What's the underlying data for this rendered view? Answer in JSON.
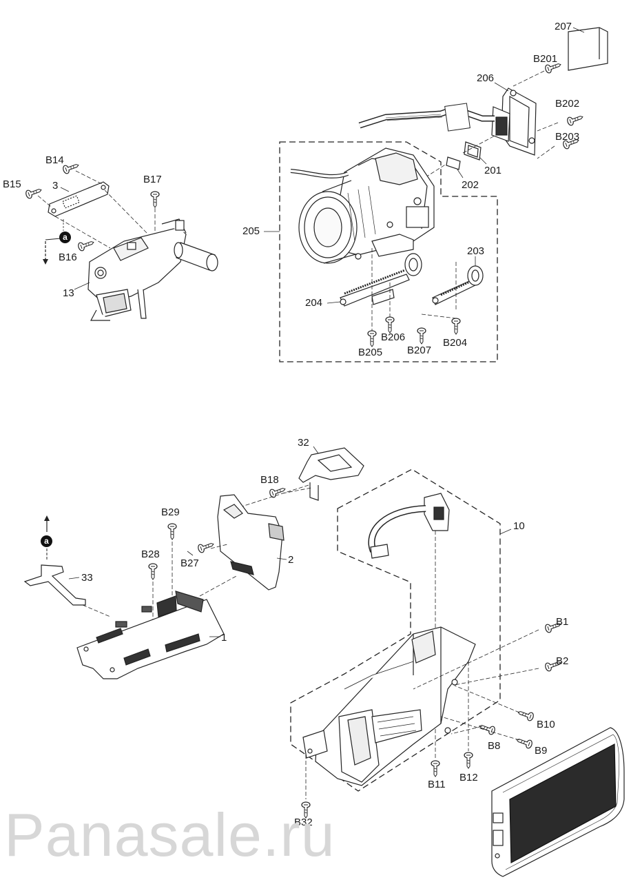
{
  "watermark": "Panasale.ru",
  "marker": "a",
  "labels": {
    "l207": "207",
    "lB201": "B201",
    "l206": "206",
    "lB202": "B202",
    "lB203": "B203",
    "l201": "201",
    "l202": "202",
    "l205": "205",
    "l203": "203",
    "l204": "204",
    "lB206": "B206",
    "lB204": "B204",
    "lB205": "B205",
    "lB207": "B207",
    "lB14": "B14",
    "l3": "3",
    "lB15": "B15",
    "lB17": "B17",
    "lB16": "B16",
    "l13": "13",
    "l32": "32",
    "lB18": "B18",
    "lB29": "B29",
    "l10": "10",
    "lB28": "B28",
    "lB27": "B27",
    "l2": "2",
    "l33": "33",
    "l1": "1",
    "lB1": "B1",
    "lB2": "B2",
    "lB10": "B10",
    "lB8": "B8",
    "lB9": "B9",
    "lB11": "B11",
    "lB12": "B12",
    "lB32": "B32"
  }
}
